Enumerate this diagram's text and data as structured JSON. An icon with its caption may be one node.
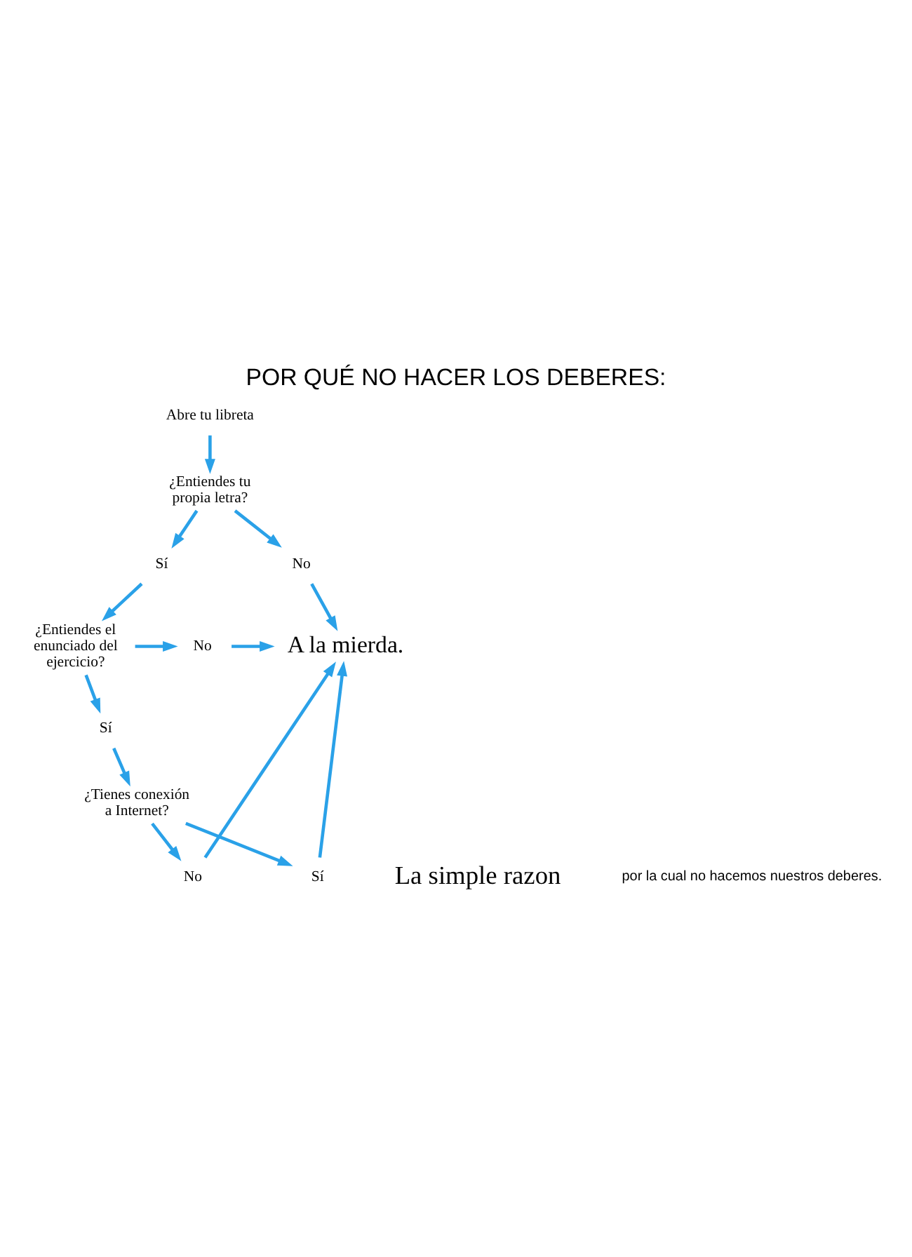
{
  "diagram": {
    "title": "POR QUÉ NO HACER LOS DEBERES:",
    "caption": "La simple razon",
    "nodes": [
      {
        "text": [
          "Abre tu libreta"
        ]
      },
      {
        "text": [
          "¿Entiendes tu propia letra?"
        ]
      },
      {
        "text": [
          "Sí"
        ]
      },
      {
        "text": [
          "No"
        ]
      },
      {
        "text": [
          "¿Entiendes el enunciado del ejercicio?"
        ]
      },
      {
        "text": [
          "No"
        ]
      },
      {
        "text": [
          "A la mierda."
        ]
      },
      {
        "text": [
          "Sí"
        ]
      },
      {
        "text": [
          "¿Tienes conexión a Internet?"
        ]
      },
      {
        "text": [
          "Sí"
        ]
      },
      {
        "text": [
          "No"
        ]
      }
    ],
    "edges": [
      {
        "from": 0,
        "to": 1,
        "arrow": "to"
      },
      {
        "from": 1,
        "to": 2,
        "arrow": "to"
      },
      {
        "from": 1,
        "to": 3,
        "arrow": "to"
      },
      {
        "from": 2,
        "to": 4,
        "arrow": "to"
      },
      {
        "from": 3,
        "to": 6,
        "arrow": "to"
      },
      {
        "from": 4,
        "to": 5,
        "arrow": "to"
      },
      {
        "from": 5,
        "to": 6,
        "arrow": "to"
      },
      {
        "from": 4,
        "to": 7,
        "arrow": "to"
      },
      {
        "from": 7,
        "to": 8,
        "arrow": "to"
      },
      {
        "from": 8,
        "to": 9,
        "arrow": "to"
      },
      {
        "from": 8,
        "to": 10,
        "arrow": "to"
      },
      {
        "from": 9,
        "to": 6,
        "arrow": "to"
      },
      {
        "from": 10,
        "to": 6,
        "arrow": "to"
      }
    ],
    "labels": [
      "por la cual no hacemos nuestros deberes."
    ]
  }
}
